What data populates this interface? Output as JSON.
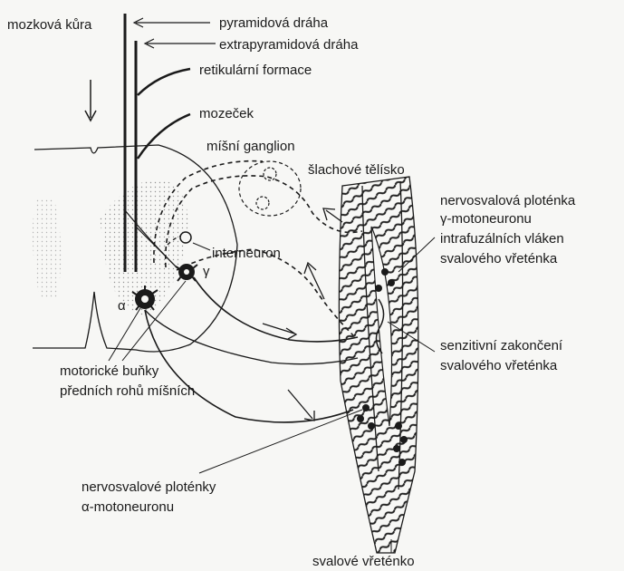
{
  "labels": {
    "cortex": "mozková kůra",
    "pyramidal": "pyramidová dráha",
    "extrapyramidal": "extrapyramidová dráha",
    "reticular": "retikulární formace",
    "cerebellum": "mozeček",
    "spinal_ganglion": "míšní ganglion",
    "tendon_organ": "šlachové tělísko",
    "nmj_gamma_1": "nervosvalová ploténka",
    "nmj_gamma_2": "γ-motoneuronu",
    "nmj_gamma_3": "intrafuzálních vláken",
    "nmj_gamma_4": "svalového vřeténka",
    "interneuron": "interneuron",
    "alpha": "α",
    "gamma": "γ",
    "sensory_1": "senzitivní zakončení",
    "sensory_2": "svalového vřeténka",
    "motor_cells_1": "motorické buňky",
    "motor_cells_2": "předních rohů míšních",
    "nmj_alpha_1": "nervosvalové ploténky",
    "nmj_alpha_2": "α-motoneuronu",
    "spindle": "svalové vřeténko"
  }
}
